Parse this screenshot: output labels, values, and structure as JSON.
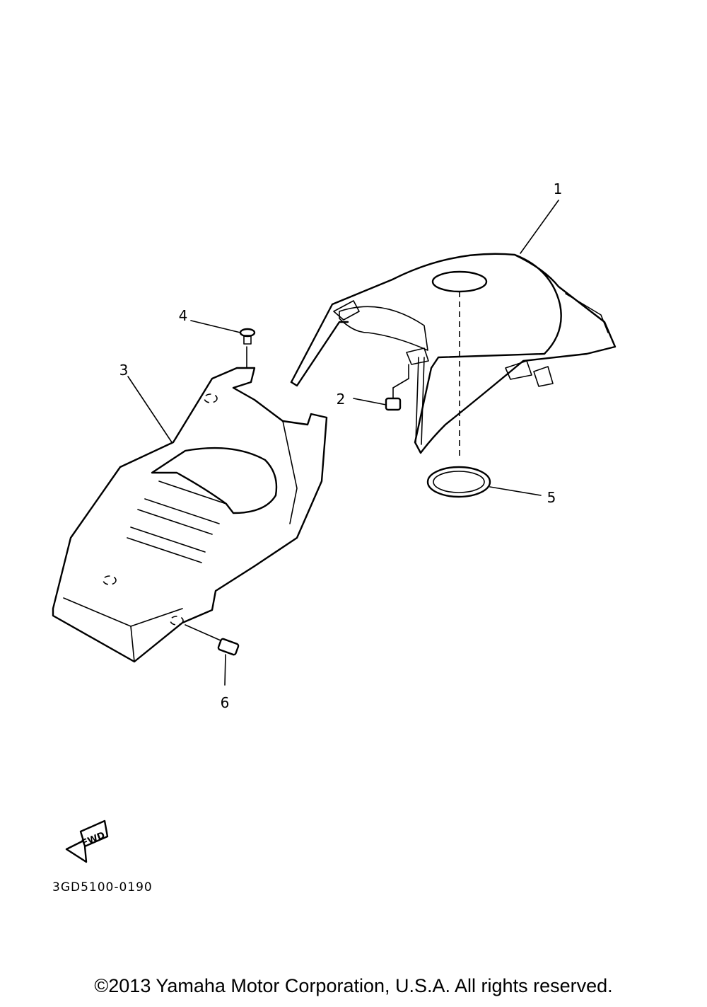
{
  "callouts": [
    {
      "id": "1",
      "part": "tank-cover"
    },
    {
      "id": "2",
      "part": "nut"
    },
    {
      "id": "3",
      "part": "seat-cover"
    },
    {
      "id": "4",
      "part": "screw"
    },
    {
      "id": "5",
      "part": "ring"
    },
    {
      "id": "6",
      "part": "bolt"
    }
  ],
  "direction_label": "FWD",
  "drawing_code": "3GD5100-0190",
  "copyright": "©2013 Yamaha Motor Corporation, U.S.A. All rights reserved."
}
